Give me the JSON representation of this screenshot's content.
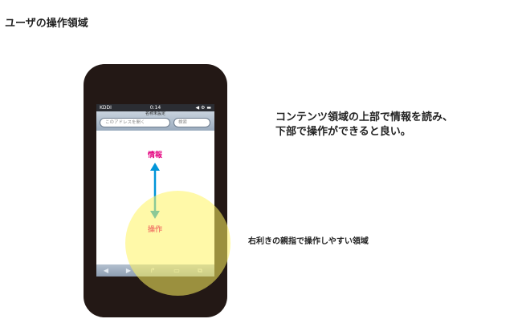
{
  "page": {
    "title": "ユーザの操作領域"
  },
  "phone": {
    "status_bar": {
      "carrier": "KDDI",
      "time": "0:14",
      "battery_icons": "◀ ⚙ ▬"
    },
    "safari": {
      "page_name": "名称未設定",
      "url_placeholder": "このアドレスを開く",
      "search_placeholder": "検索"
    },
    "toolbar_icons": [
      "back-icon",
      "forward-icon",
      "share-icon",
      "bookmarks-icon",
      "pages-icon"
    ]
  },
  "labels": {
    "top": "情報",
    "bottom": "操作"
  },
  "colors": {
    "label": "#e4007f",
    "arrow": "#0095d9",
    "thumb_zone": "#fff460",
    "phone_body": "#231815"
  },
  "description": "コンテンツ領域の上部で情報を読み、\n下部で操作ができると良い。",
  "thumb_note": "右利きの親指で操作しやすい領域"
}
